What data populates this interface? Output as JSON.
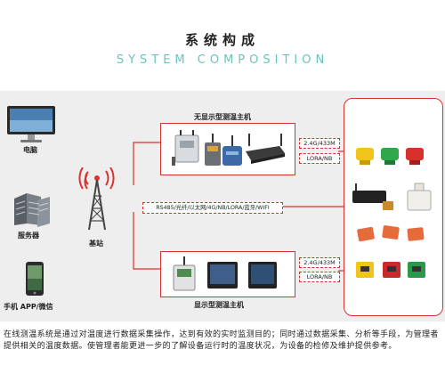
{
  "header": {
    "title_cn": "系统构成",
    "title_en": "SYSTEM COMPOSITION"
  },
  "left": {
    "pc_label": "电脑",
    "server_label": "服务器",
    "phone_label": "手机 APP/微信"
  },
  "center": {
    "tower_label": "基站",
    "protocol_text": "RS485/光纤/以太网/4G/NB/LORA/蓝牙/WIFI"
  },
  "top_group": {
    "title": "无显示型测温主机",
    "link_1": "2.4G/433M",
    "link_2": "LORA/NB"
  },
  "bottom_group": {
    "title": "显示型测温主机",
    "link_1": "2.4G/433M",
    "link_2": "LORA/NB"
  },
  "colors": {
    "accent": "#d8322f",
    "title_en": "#6cc3bd",
    "panel_bg": "#eeeeee"
  },
  "footer": {
    "text": "在线测温系统是通过对温度进行数据采集操作，达到有效的实时监测目的；同时通过数据采集、分析等手段，为管理者提供相关的温度数据。使管理者能更进一步的了解设备运行时的温度状况，为设备的检修及维护提供参考。"
  }
}
